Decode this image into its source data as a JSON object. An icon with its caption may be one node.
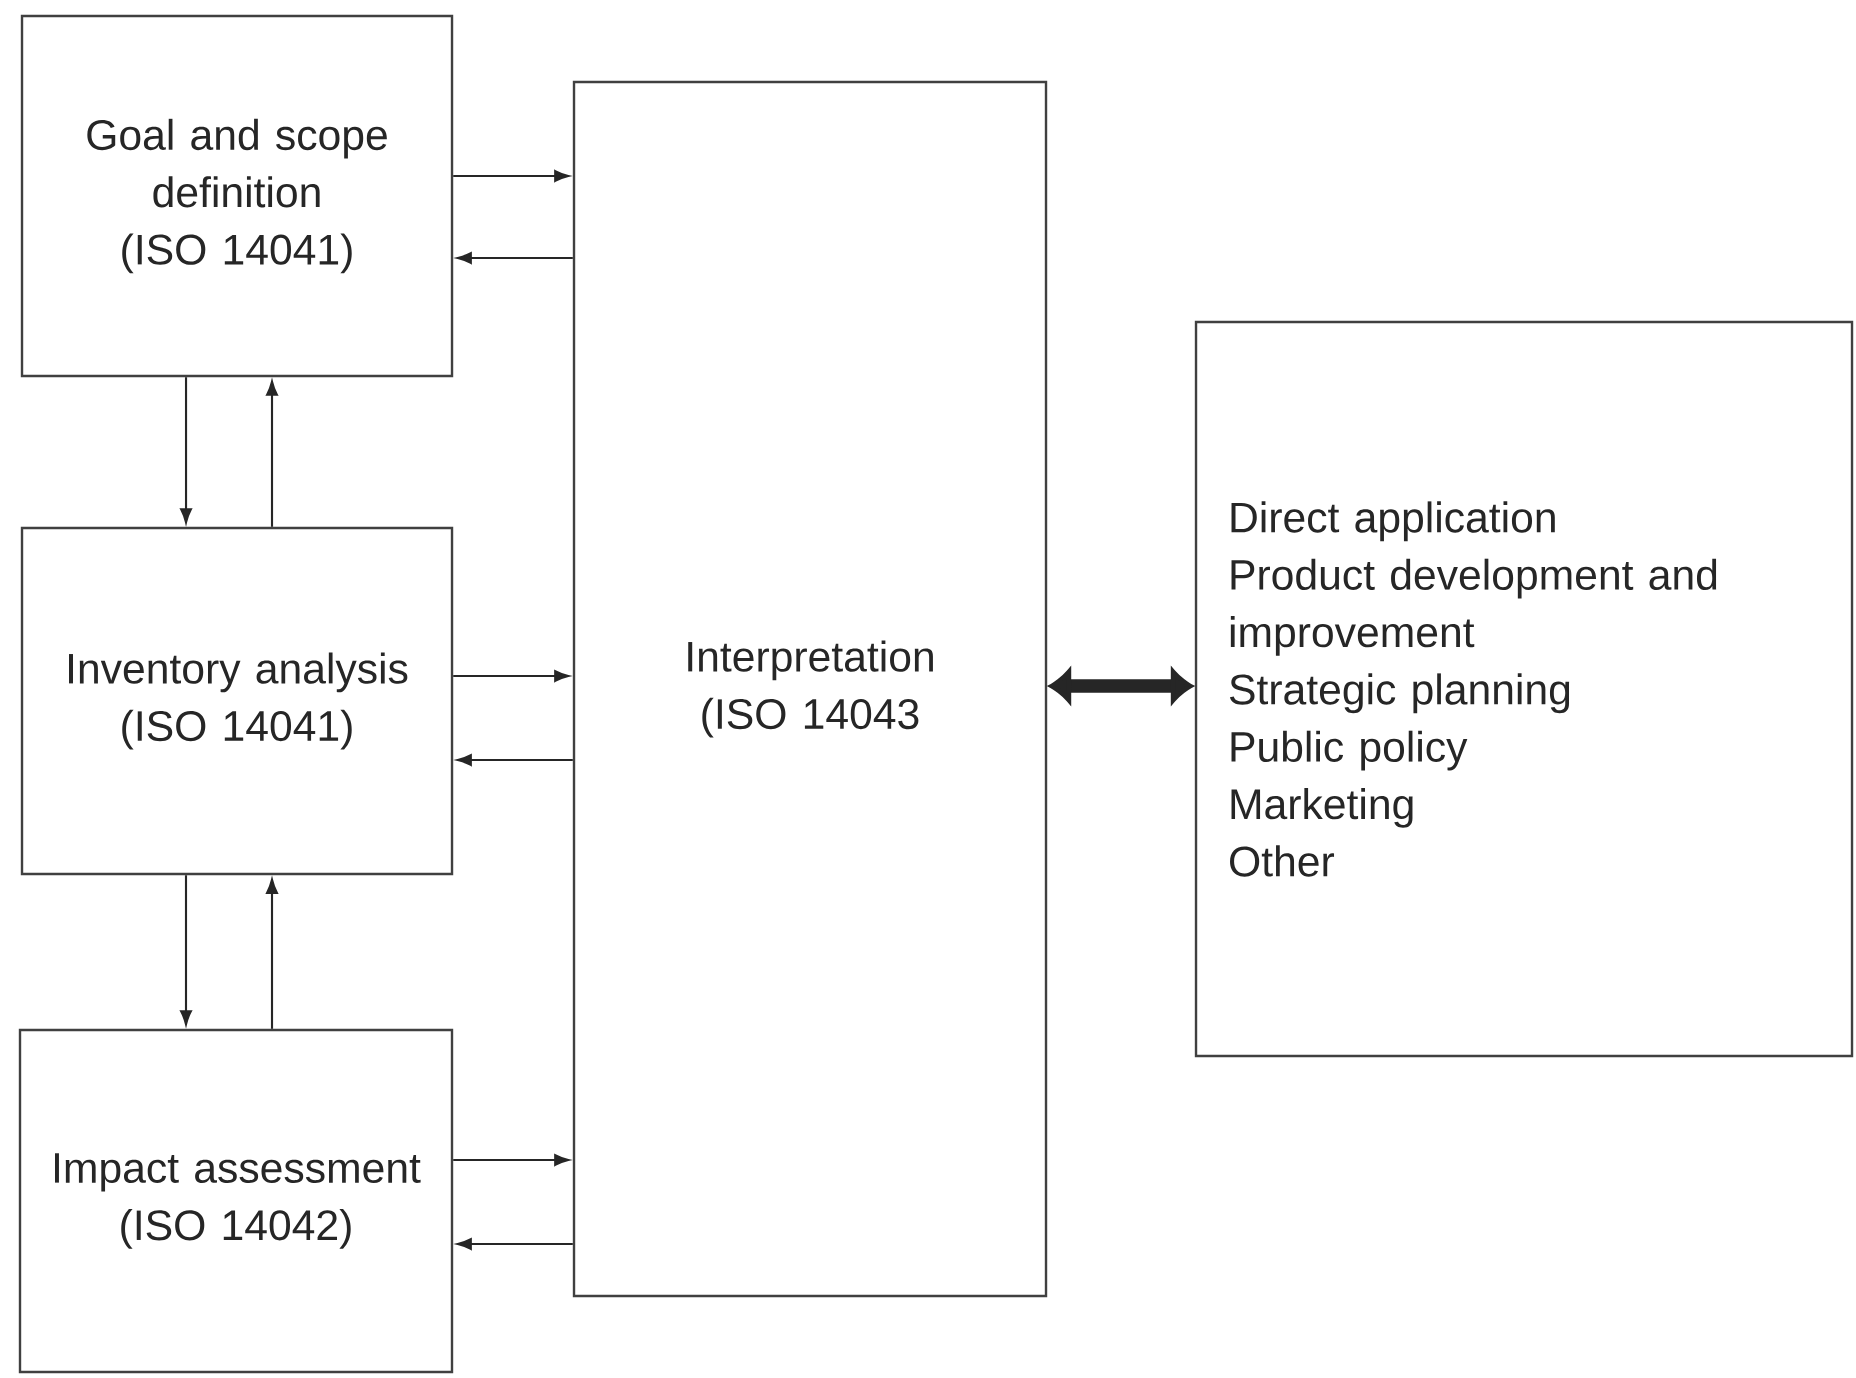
{
  "diagram": {
    "nodes": [
      {
        "text": [
          "Goal and scope definition (ISO 14041)"
        ]
      },
      {
        "text": [
          "Inventory analysis (ISO 14041)"
        ]
      },
      {
        "text": [
          "Impact assessment (ISO 14042)"
        ]
      },
      {
        "text": [
          "Interpretation (ISO 14043"
        ]
      },
      {
        "text": [
          "Direct application",
          "Product development and improvement",
          "Strategic planning",
          "Public policy",
          "Marketing",
          "Other"
        ]
      }
    ],
    "edges": [
      {
        "from": 0,
        "to": 3,
        "arrow": "to"
      },
      {
        "from": 3,
        "to": 0,
        "arrow": "to"
      },
      {
        "from": 0,
        "to": 1,
        "arrow": "to"
      },
      {
        "from": 1,
        "to": 0,
        "arrow": "to"
      },
      {
        "from": 1,
        "to": 3,
        "arrow": "to"
      },
      {
        "from": 3,
        "to": 1,
        "arrow": "to"
      },
      {
        "from": 1,
        "to": 2,
        "arrow": "to"
      },
      {
        "from": 2,
        "to": 1,
        "arrow": "to"
      },
      {
        "from": 2,
        "to": 3,
        "arrow": "to"
      },
      {
        "from": 3,
        "to": 2,
        "arrow": "to"
      },
      {
        "from": 3,
        "to": 4,
        "arrow": "both",
        "style": "thick"
      }
    ]
  }
}
